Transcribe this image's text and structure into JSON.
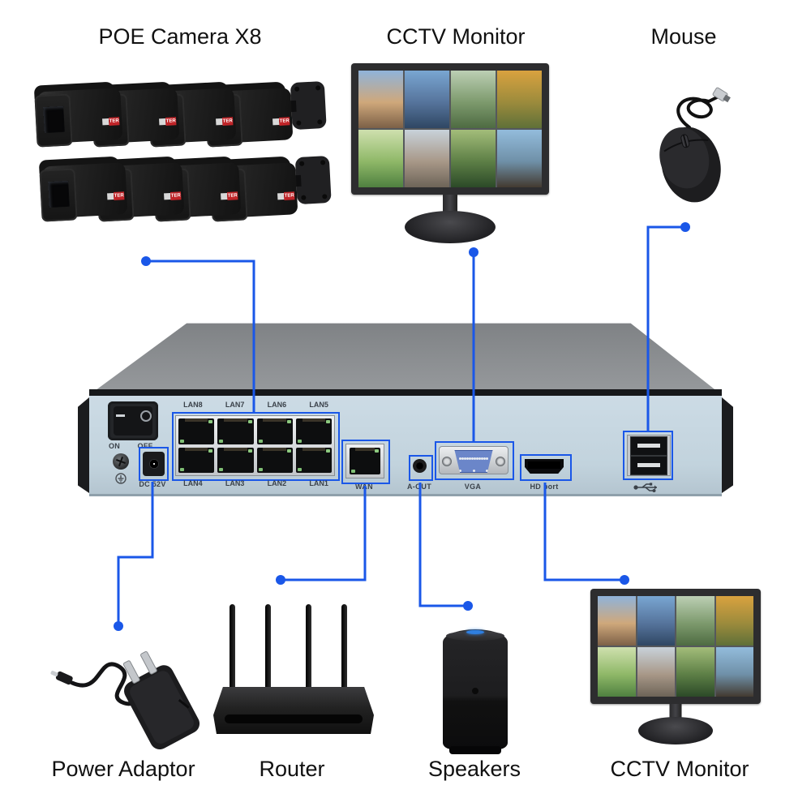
{
  "accent_color": "#1a57e8",
  "labels": {
    "poe_camera": "POE Camera X8",
    "cctv_monitor_top": "CCTV Monitor",
    "mouse": "Mouse",
    "power_adaptor": "Power Adaptor",
    "router": "Router",
    "speakers": "Speakers",
    "cctv_monitor_bottom": "CCTV Monitor"
  },
  "nvr": {
    "ports": {
      "lan_top": [
        "LAN8",
        "LAN7",
        "LAN6",
        "LAN5"
      ],
      "lan_bottom": [
        "LAN4",
        "LAN3",
        "LAN2",
        "LAN1"
      ],
      "wan": "WAN",
      "audio_out": "A-OUT",
      "vga": "VGA",
      "hdmi": "HD port",
      "dc_power": "DC 52V",
      "switch_on": "ON",
      "switch_off": "OFF"
    },
    "colors": {
      "front": "#c2d3dd",
      "top": "#8c8f92",
      "port_box": "#1a57e8"
    }
  },
  "cameras": {
    "count": 8,
    "rows": 2,
    "per_row": 4,
    "brand_text": "TER"
  },
  "monitor_tiles": [
    {
      "name": "driveway-house",
      "from": "#8fb3da",
      "mid": "#cfa87b",
      "to": "#7c6047"
    },
    {
      "name": "blue-house",
      "from": "#79a6d2",
      "mid": "#56749c",
      "to": "#2f4763"
    },
    {
      "name": "patio-garden",
      "from": "#bccfb4",
      "mid": "#7d9a6d",
      "to": "#4e6b42"
    },
    {
      "name": "autumn-trees",
      "from": "#d9a23f",
      "mid": "#9c8b3c",
      "to": "#5f7038"
    },
    {
      "name": "apple-orchard",
      "from": "#cfe0ae",
      "mid": "#8fb868",
      "to": "#4f8040"
    },
    {
      "name": "apartment-building",
      "from": "#c8d2da",
      "mid": "#a89888",
      "to": "#6d6458"
    },
    {
      "name": "forest-path",
      "from": "#a3bd7a",
      "mid": "#5d7f46",
      "to": "#2c4a28"
    },
    {
      "name": "pier-water",
      "from": "#93bcdc",
      "mid": "#6f90a8",
      "to": "#433a30"
    }
  ]
}
